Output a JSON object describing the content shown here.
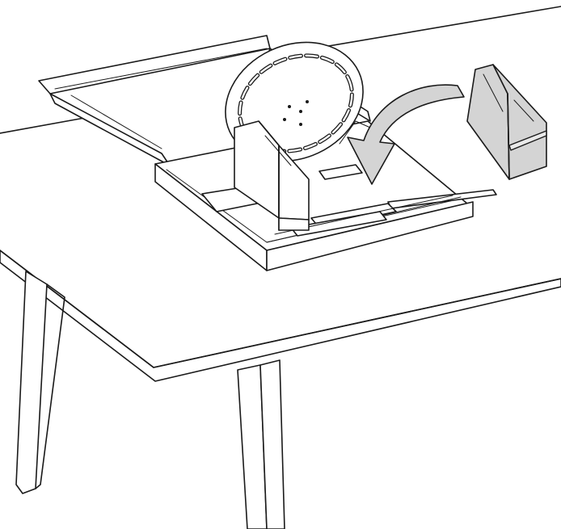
{
  "figure": {
    "colors": {
      "line": "#1a1a1a",
      "background": "#ffffff",
      "insert_fill": "#d4d4d4",
      "arrow_fill": "#d4d4d4",
      "panel_fill": "#e9e9e9"
    },
    "parts": [
      "table",
      "open-box",
      "round-tabletop",
      "cardboard-insert-removed",
      "curved-arrow"
    ],
    "icons": {
      "arrow": "curved-arrow-icon"
    }
  }
}
